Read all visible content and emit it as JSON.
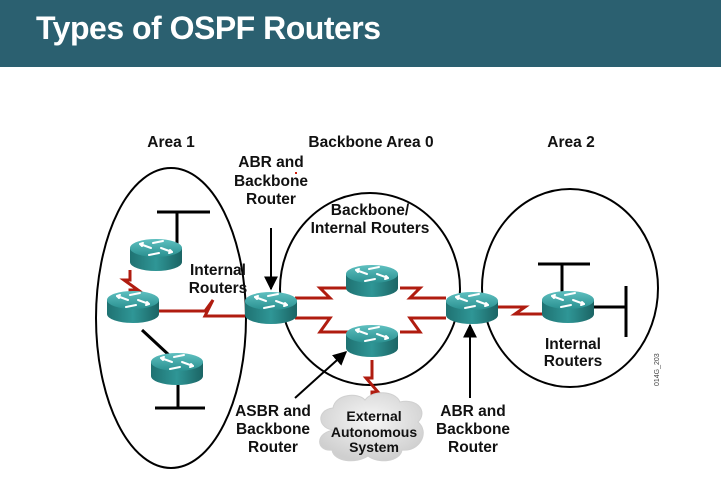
{
  "header": {
    "title": "Types of OSPF Routers",
    "background_color": "#2b6070"
  },
  "diagram": {
    "areas": [
      {
        "id": "area-1",
        "label": "Area 1"
      },
      {
        "id": "backbone-area-0",
        "label": "Backbone Area 0"
      },
      {
        "id": "area-2",
        "label": "Area 2"
      }
    ],
    "labels": {
      "abr_backbone_left": [
        "ABR and",
        "Backbone",
        "Router"
      ],
      "internal_routers_area1": [
        "Internal",
        "Routers"
      ],
      "backbone_internal": [
        "Backbone/",
        "Internal Routers"
      ],
      "asbr_backbone": [
        "ASBR and",
        "Backbone",
        "Router"
      ],
      "external_as": [
        "External",
        "Autonomous",
        "System"
      ],
      "abr_backbone_right": [
        "ABR and",
        "Backbone",
        "Router"
      ],
      "internal_routers_area2": [
        "Internal",
        "Routers"
      ]
    },
    "figure_code": "014G_203",
    "colors": {
      "router": "#2e8c8c",
      "serial_link": "#b01c10",
      "ethernet": "#111111",
      "cloud": "#e4e4e4"
    }
  }
}
